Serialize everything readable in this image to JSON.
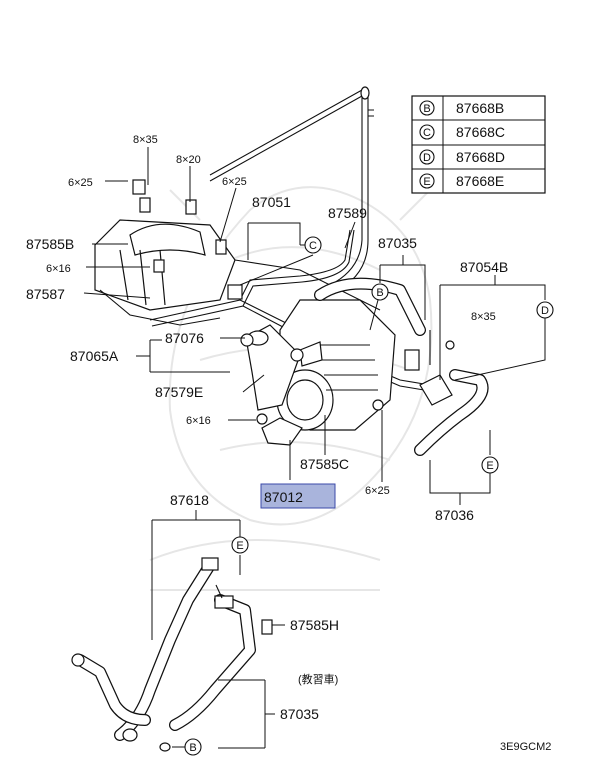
{
  "legend": [
    {
      "symbol": "B",
      "part": "87668B"
    },
    {
      "symbol": "C",
      "part": "87668C"
    },
    {
      "symbol": "D",
      "part": "87668D"
    },
    {
      "symbol": "E",
      "part": "87668E"
    }
  ],
  "labels": {
    "p87051": "87051",
    "p87589": "87589",
    "p87035_top": "87035",
    "p87054B": "87054B",
    "p87585B": "87585B",
    "p87587": "87587",
    "p87076": "87076",
    "p87065A": "87065A",
    "p87579E": "87579E",
    "p87585C": "87585C",
    "p87036": "87036",
    "p87012": "87012",
    "p87618": "87618",
    "p87585H": "87585H",
    "p87035_bottom": "87035",
    "note_jp": "(教習車)",
    "diagram_code": "3E9GCM2"
  },
  "bolts": {
    "b8x35_top": "8×35",
    "b8x20": "8×20",
    "b6x25_left": "6×25",
    "b6x25_mid": "6×25",
    "b6x16_left": "6×16",
    "b8x35_right": "8×35",
    "b6x16_low": "6×16",
    "b6x25_low": "6×25"
  },
  "callouts": {
    "c_C": "C",
    "c_B_upper": "B",
    "c_D": "D",
    "c_E_right": "E",
    "c_E_lower": "E",
    "c_B_lower": "B"
  },
  "colors": {
    "highlight_fill": "#a9b4dc",
    "highlight_stroke": "#3b4aa8",
    "line": "#111111",
    "watermark": "#e6e6e6"
  }
}
